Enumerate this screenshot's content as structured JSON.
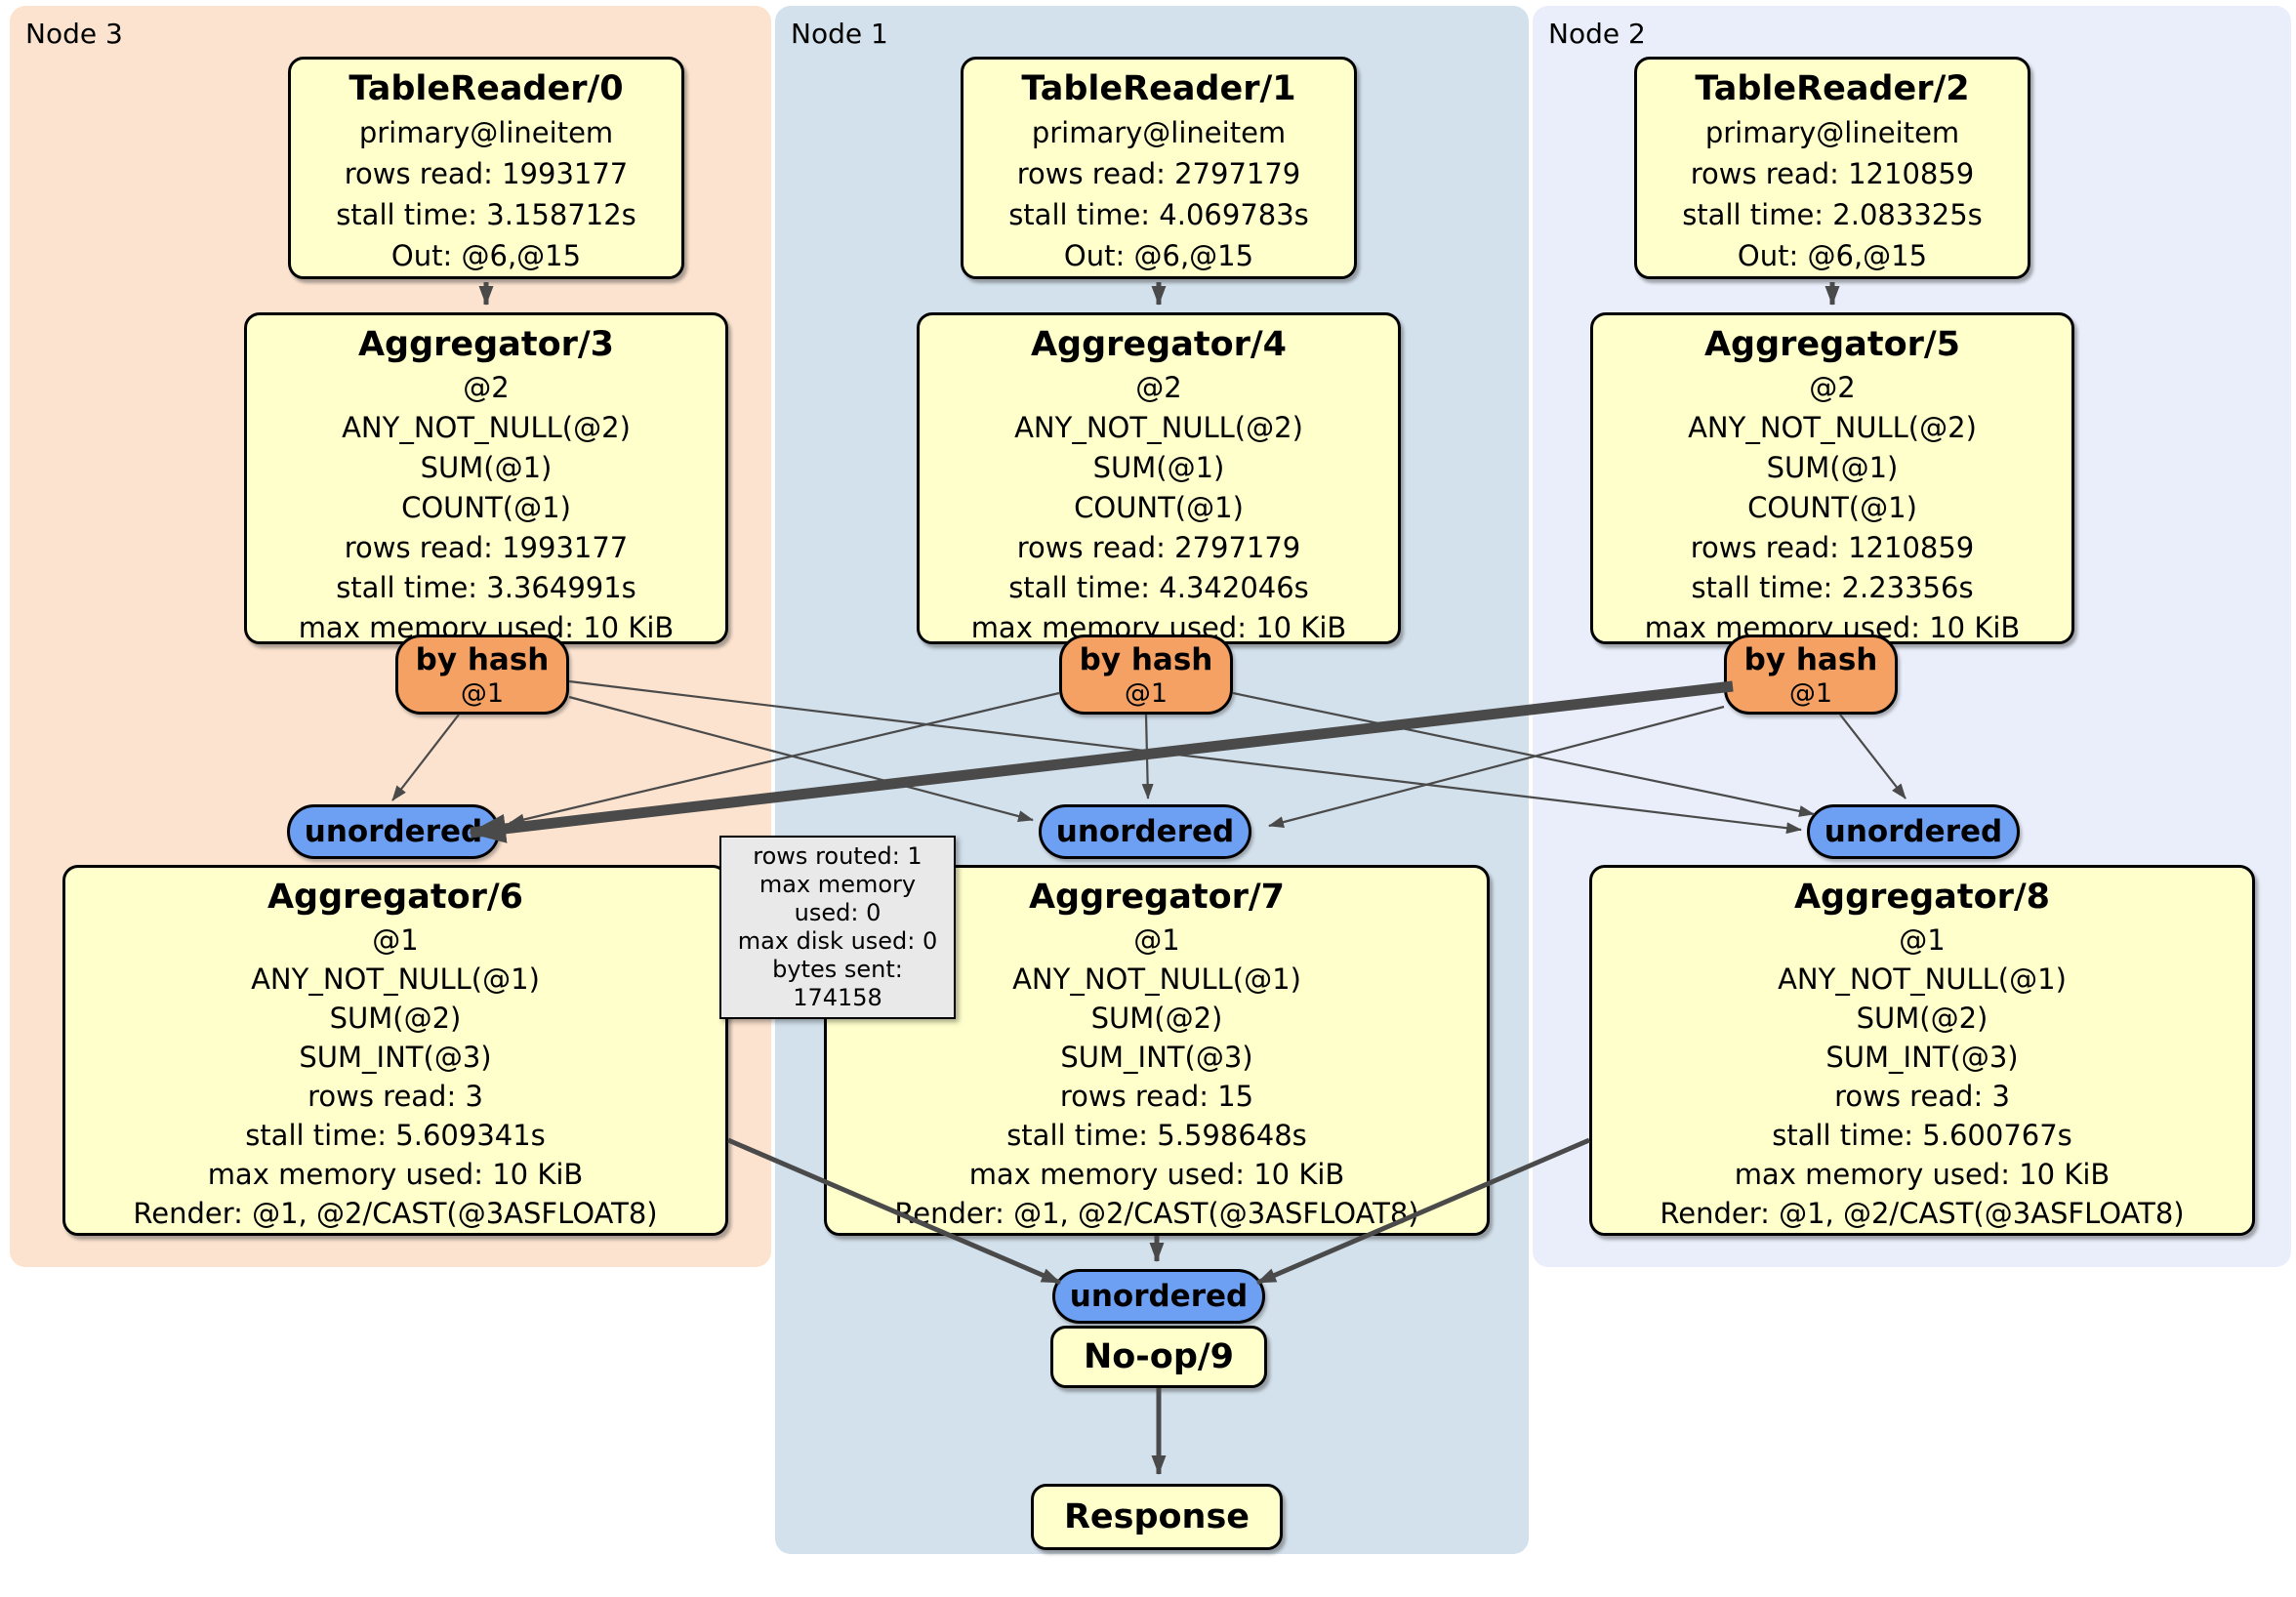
{
  "regions": {
    "node3": {
      "label": "Node 3"
    },
    "node1": {
      "label": "Node 1"
    },
    "node2": {
      "label": "Node 2"
    }
  },
  "boxes": {
    "tr0": {
      "title": "TableReader/0",
      "lines": [
        "primary@lineitem",
        "rows read: 1993177",
        "stall time: 3.158712s",
        "Out: @6,@15"
      ]
    },
    "tr1": {
      "title": "TableReader/1",
      "lines": [
        "primary@lineitem",
        "rows read: 2797179",
        "stall time: 4.069783s",
        "Out: @6,@15"
      ]
    },
    "tr2": {
      "title": "TableReader/2",
      "lines": [
        "primary@lineitem",
        "rows read: 1210859",
        "stall time: 2.083325s",
        "Out: @6,@15"
      ]
    },
    "agg3": {
      "title": "Aggregator/3",
      "lines": [
        "@2",
        "ANY_NOT_NULL(@2)",
        "SUM(@1)",
        "COUNT(@1)",
        "rows read: 1993177",
        "stall time: 3.364991s",
        "max memory used: 10 KiB"
      ]
    },
    "agg4": {
      "title": "Aggregator/4",
      "lines": [
        "@2",
        "ANY_NOT_NULL(@2)",
        "SUM(@1)",
        "COUNT(@1)",
        "rows read: 2797179",
        "stall time: 4.342046s",
        "max memory used: 10 KiB"
      ]
    },
    "agg5": {
      "title": "Aggregator/5",
      "lines": [
        "@2",
        "ANY_NOT_NULL(@2)",
        "SUM(@1)",
        "COUNT(@1)",
        "rows read: 1210859",
        "stall time: 2.23356s",
        "max memory used: 10 KiB"
      ]
    },
    "agg6": {
      "title": "Aggregator/6",
      "lines": [
        "@1",
        "ANY_NOT_NULL(@1)",
        "SUM(@2)",
        "SUM_INT(@3)",
        "rows read: 3",
        "stall time: 5.609341s",
        "max memory used: 10 KiB",
        "Render: @1, @2/CAST(@3ASFLOAT8)"
      ]
    },
    "agg7": {
      "title": "Aggregator/7",
      "lines": [
        "@1",
        "ANY_NOT_NULL(@1)",
        "SUM(@2)",
        "SUM_INT(@3)",
        "rows read: 15",
        "stall time: 5.598648s",
        "max memory used: 10 KiB",
        "Render: @1, @2/CAST(@3ASFLOAT8)"
      ]
    },
    "agg8": {
      "title": "Aggregator/8",
      "lines": [
        "@1",
        "ANY_NOT_NULL(@1)",
        "SUM(@2)",
        "SUM_INT(@3)",
        "rows read: 3",
        "stall time: 5.600767s",
        "max memory used: 10 KiB",
        "Render: @1, @2/CAST(@3ASFLOAT8)"
      ]
    },
    "noop": {
      "title": "No-op/9"
    },
    "response": {
      "title": "Response"
    }
  },
  "routers": {
    "byhash3": {
      "label": "by hash",
      "sub": "@1"
    },
    "byhash4": {
      "label": "by hash",
      "sub": "@1"
    },
    "byhash5": {
      "label": "by hash",
      "sub": "@1"
    }
  },
  "syncs": {
    "unordered3": {
      "label": "unordered"
    },
    "unordered7": {
      "label": "unordered"
    },
    "unordered8": {
      "label": "unordered"
    },
    "unordered9": {
      "label": "unordered"
    }
  },
  "tooltip": {
    "lines": [
      "rows routed: 1",
      "max memory used: 0",
      "max disk used: 0",
      "bytes sent: 174158"
    ]
  },
  "colors": {
    "node3_bg": "#fce3cf",
    "node1_bg": "#d3e1ed",
    "node2_bg": "#e9eefa",
    "operator_bg": "#ffffcc",
    "router_bg": "#f5a164",
    "sync_bg": "#6d9ff2",
    "tooltip_bg": "#e9e9e9",
    "edge": "#4a4a4a",
    "border": "#000000"
  }
}
